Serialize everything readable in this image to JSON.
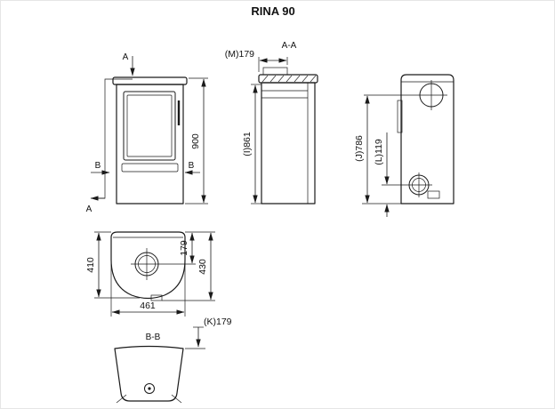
{
  "title": "RINA 90",
  "colors": {
    "line": "#1a1a1a",
    "text": "#111111",
    "background": "#ffffff"
  },
  "views": {
    "front": {
      "section_marker_top": "A",
      "section_marker_bottom": "A",
      "marker_b_left": "B",
      "marker_b_right": "B",
      "dim_total_height": "900"
    },
    "section_aa": {
      "label": "A-A",
      "dim_top": "(M)179",
      "dim_height": "(I)861"
    },
    "rear": {
      "dim_flue_height": "(J)786",
      "dim_air_inlet": "(L)119"
    },
    "plan": {
      "dim_depth": "410",
      "dim_flue_offset": "179",
      "dim_total_depth": "430",
      "dim_width": "461"
    },
    "section_bb": {
      "label": "B-B",
      "dim_offset": "(K)179"
    }
  }
}
